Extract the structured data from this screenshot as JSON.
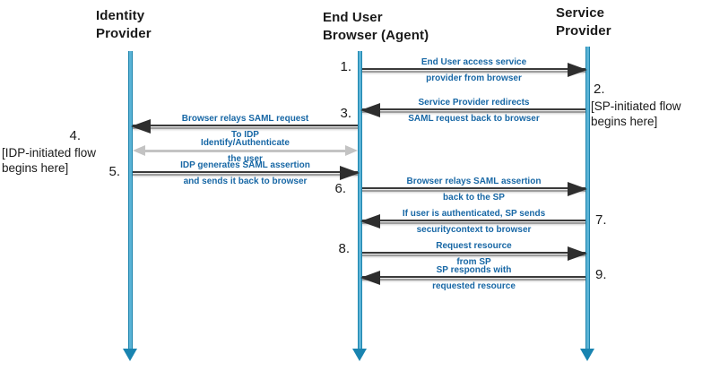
{
  "diagram_type": "saml-sso-sequence-diagram",
  "colors": {
    "lifeline_blue": "#1d84ad",
    "arrow_dark": "#2e2e2e",
    "arrow_shadow_gray": "#9d9d9d",
    "auth_arrow_gray": "#c3c3c3",
    "message_text_blue": "#1767a5",
    "text_black": "#1a1a1a",
    "background": "#ffffff"
  },
  "actors": {
    "idp": {
      "line1": "Identity",
      "line2": "Provider"
    },
    "browser": {
      "line1": "End User",
      "line2": "Browser (Agent)"
    },
    "sp": {
      "line1": "Service",
      "line2": "Provider"
    }
  },
  "messages": {
    "m1": {
      "num": "1.",
      "from": "browser",
      "to": "sp",
      "text1": "End User access service",
      "text2": "provider from browser"
    },
    "m2": {
      "num": "2.",
      "from": "sp",
      "to": "browser",
      "text1": "Service Provider redirects",
      "text2": "SAML request back to browser"
    },
    "m3": {
      "num": "3.",
      "from": "browser",
      "to": "idp",
      "text1": "Browser relays SAML request",
      "text2": "To IDP"
    },
    "m4": {
      "num": "4.",
      "from": "idp",
      "to": "browser",
      "bidirectional": true,
      "text1": "Identify/Authenticate",
      "text2": "the user"
    },
    "m5": {
      "num": "5.",
      "from": "idp",
      "to": "browser",
      "text1": "IDP generates SAML assertion",
      "text2": "and sends it back to browser"
    },
    "m6": {
      "num": "6.",
      "from": "browser",
      "to": "sp",
      "text1": "Browser relays SAML assertion",
      "text2": "back to the SP"
    },
    "m7": {
      "num": "7.",
      "from": "sp",
      "to": "browser",
      "text1": "If user is authenticated, SP sends",
      "text2": "securitycontext to browser"
    },
    "m8": {
      "num": "8.",
      "from": "browser",
      "to": "sp",
      "text1": "Request resource",
      "text2": "from SP"
    },
    "m9": {
      "num": "9.",
      "from": "sp",
      "to": "browser",
      "text1": "SP responds with",
      "text2": "requested resource"
    }
  },
  "annotations": {
    "sp_initiated": {
      "line1": "[SP-initiated flow",
      "line2": "begins here]"
    },
    "idp_initiated": {
      "line1": "[IDP-initiated flow",
      "line2": "begins here]"
    }
  }
}
